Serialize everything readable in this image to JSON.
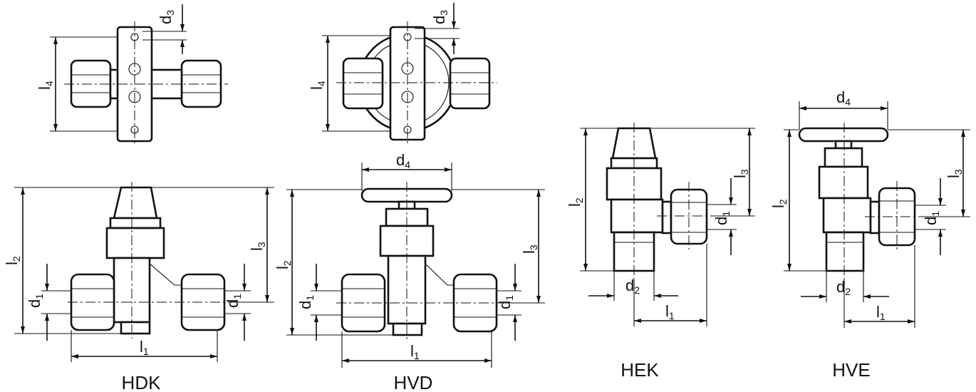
{
  "views": [
    {
      "id": "hdk",
      "caption": "HDK"
    },
    {
      "id": "hvd",
      "caption": "HVD"
    },
    {
      "id": "hek",
      "caption": "HEK"
    },
    {
      "id": "hve",
      "caption": "HVE"
    }
  ],
  "dims": {
    "d": "d",
    "l": "l",
    "s1": "1",
    "s2": "2",
    "s3": "3",
    "s4": "4"
  }
}
